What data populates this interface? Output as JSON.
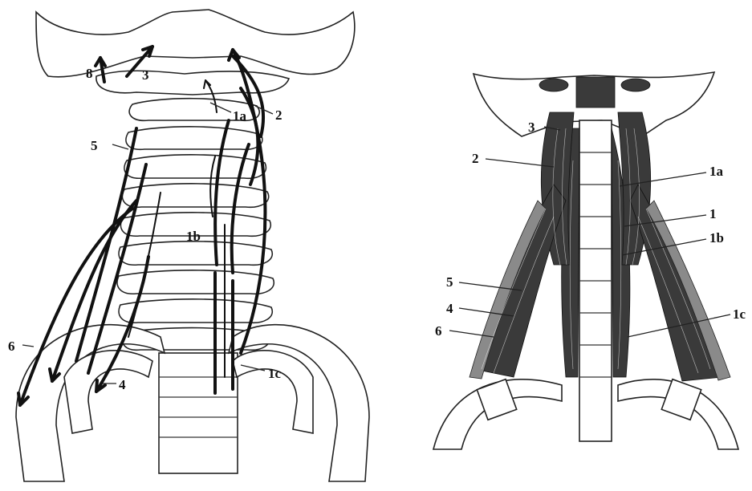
{
  "left_figure": {
    "labels": {
      "l8": "8",
      "l3": "3",
      "l1a": "1a",
      "l2": "2",
      "l5": "5",
      "l1b": "1b",
      "l6": "6",
      "l4": "4",
      "l1c": "1c"
    }
  },
  "right_figure": {
    "labels": {
      "l3": "3",
      "l2": "2",
      "l1a": "1a",
      "l1": "1",
      "l1b": "1b",
      "l5": "5",
      "l4": "4",
      "l6": "6",
      "l1c": "1c"
    }
  }
}
